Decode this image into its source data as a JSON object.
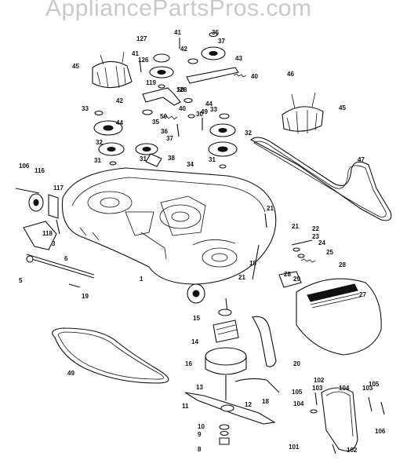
{
  "watermark": "AppliancePartsPros.com",
  "part_labels": [
    "1",
    "3",
    "5",
    "6",
    "8",
    "9",
    "10",
    "11",
    "12",
    "13",
    "14",
    "15",
    "16",
    "18",
    "18",
    "19",
    "20",
    "21",
    "21",
    "21",
    "22",
    "23",
    "24",
    "25",
    "27",
    "28",
    "28",
    "29",
    "30",
    "31",
    "31",
    "31",
    "32",
    "32",
    "33",
    "33",
    "34",
    "35",
    "36",
    "36",
    "37",
    "37",
    "38",
    "40",
    "40",
    "41",
    "41",
    "42",
    "42",
    "43",
    "44",
    "44",
    "45",
    "45",
    "46",
    "47",
    "49",
    "49",
    "50",
    "50",
    "101",
    "102",
    "102",
    "103",
    "103",
    "104",
    "104",
    "105",
    "105",
    "106",
    "106",
    "116",
    "117",
    "118",
    "119",
    "126",
    "127",
    "128",
    "129"
  ]
}
